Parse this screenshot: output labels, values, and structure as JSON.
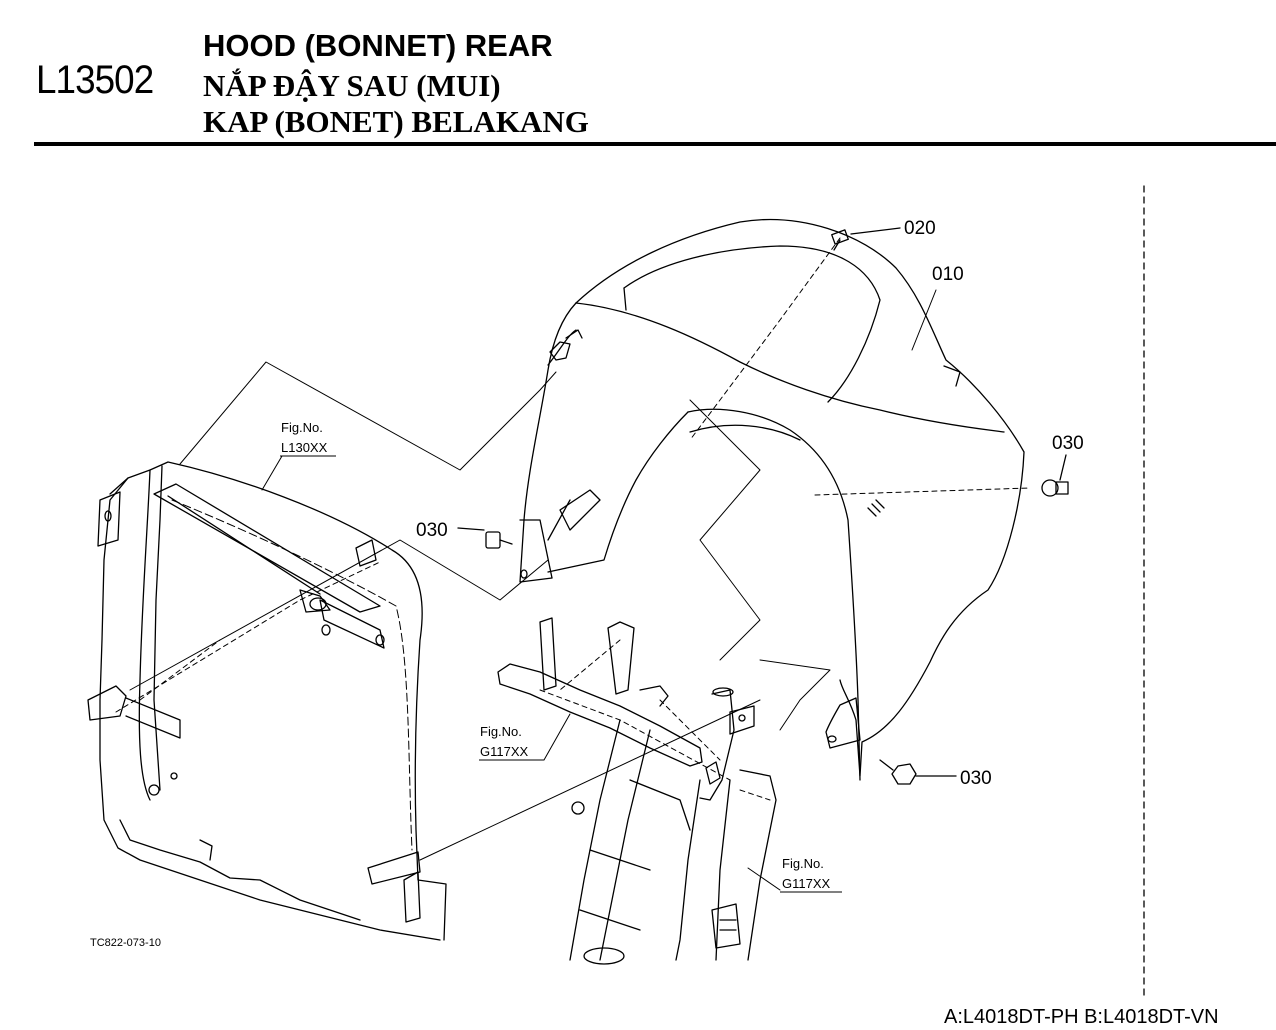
{
  "header": {
    "page_code": "L13502",
    "title_en": "HOOD (BONNET) REAR",
    "title_vi": "NẮP ĐẬY SAU (MUI)",
    "title_id": "KAP (BONET) BELAKANG"
  },
  "drawing": {
    "callouts": {
      "c020": "020",
      "c010": "010",
      "c030_right": "030",
      "c030_left": "030",
      "c030_bottom": "030"
    },
    "fig_refs": {
      "l130": {
        "label": "Fig.No.",
        "number": "L130XX"
      },
      "g117_a": {
        "label": "Fig.No.",
        "number": "G117XX"
      },
      "g117_b": {
        "label": "Fig.No.",
        "number": "G117XX"
      }
    },
    "drawing_code": "TC822-073-10"
  },
  "footer": {
    "models": "A:L4018DT-PH B:L4018DT-VN"
  }
}
